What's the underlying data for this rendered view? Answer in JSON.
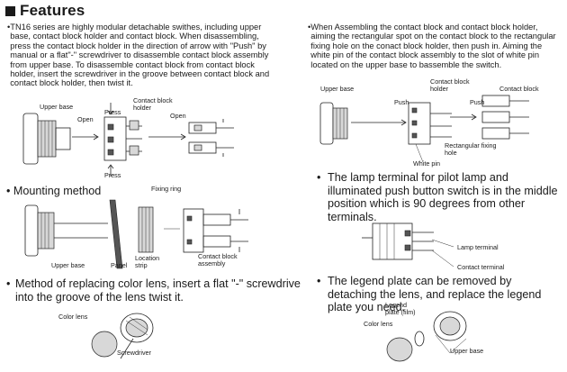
{
  "header": {
    "title": "Features"
  },
  "left": {
    "intro": "TN16 series are highly modular detachable swithes, including upper base, contact block holder and contact block. When disassembling, press the contact block holder in the direction of arrow with \"Push\" by manual or a  flat\"-\" screwdriver to disassemble contact block assembly from upper base. To disassemble contact block from contact block holder, insert the screwdriver in the groove between contact block and contact block holder, then twist it.",
    "fig1": {
      "upper_base": "Upper base",
      "press_top": "Press",
      "contact_block_holder": "Contact block holder",
      "open1": "Open",
      "open2": "Open",
      "press_bottom": "Press"
    },
    "mounting_title": "Mounting method",
    "fig2": {
      "fixing_ring": "Fixing ring",
      "upper_base": "Upper base",
      "panel": "Panel",
      "location_strip": "Location strip",
      "contact_block_assembly": "Contact block assembly"
    },
    "color_text": "Method of replacing color lens, insert a flat \"-\" screwdrive into the groove of the lens twist it.",
    "fig3": {
      "color_lens": "Color lens",
      "screwdriver": "Screwdriver"
    }
  },
  "right": {
    "intro": "When Assembling the contact block and contact block holder, aiming the rectangular spot on the contact block to the rectangular fixing hole on the conact block holder, then push in. Aiming the white pin of the contact block assembly to the slot of white pin located on the upper base to bassemble the switch.",
    "fig4": {
      "upper_base": "Upper base",
      "contact_block_holder": "Contact block holder",
      "contact_block": "Contact block",
      "push1": "Push",
      "push2": "Push",
      "rect_hole": "Rectangular fixing hole",
      "white_pin": "White pin"
    },
    "lamp_text": "The lamp terminal for pilot lamp and illuminated push button switch is in the middle position which is 90 degrees from other terminals.",
    "fig5": {
      "lamp_terminal": "Lamp terminal",
      "contact_terminal": "Contact terminal"
    },
    "legend_text": "The legend plate can be removed by detaching the lens, and replace the legend plate you need.",
    "fig6": {
      "legend_plate": "Legend plate (film)",
      "color_lens": "Color lens",
      "upper_base": "Upper base"
    }
  }
}
